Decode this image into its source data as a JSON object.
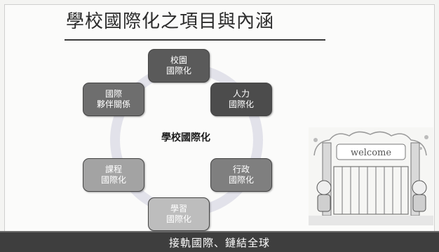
{
  "title": "學校國際化之項目與內涵",
  "center_label": "學校國際化",
  "nodes": [
    {
      "id": "campus",
      "lines": [
        "校園",
        "國際化"
      ],
      "color": "#5a5a5a"
    },
    {
      "id": "people",
      "lines": [
        "人力",
        "國際化"
      ],
      "color": "#4c4c4c"
    },
    {
      "id": "admin",
      "lines": [
        "行政",
        "國際化"
      ],
      "color": "#7f7f7f"
    },
    {
      "id": "learning",
      "lines": [
        "學習",
        "國際化"
      ],
      "color": "#bdbdbd"
    },
    {
      "id": "curriculum",
      "lines": [
        "課程",
        "國際化"
      ],
      "color": "#a3a3a3"
    },
    {
      "id": "partner",
      "lines": [
        "國際",
        "夥伴關係"
      ],
      "color": "#6e6e6e"
    }
  ],
  "illustration": {
    "sign_text": "welcome"
  },
  "footer": "接軌國際、鏈結全球"
}
